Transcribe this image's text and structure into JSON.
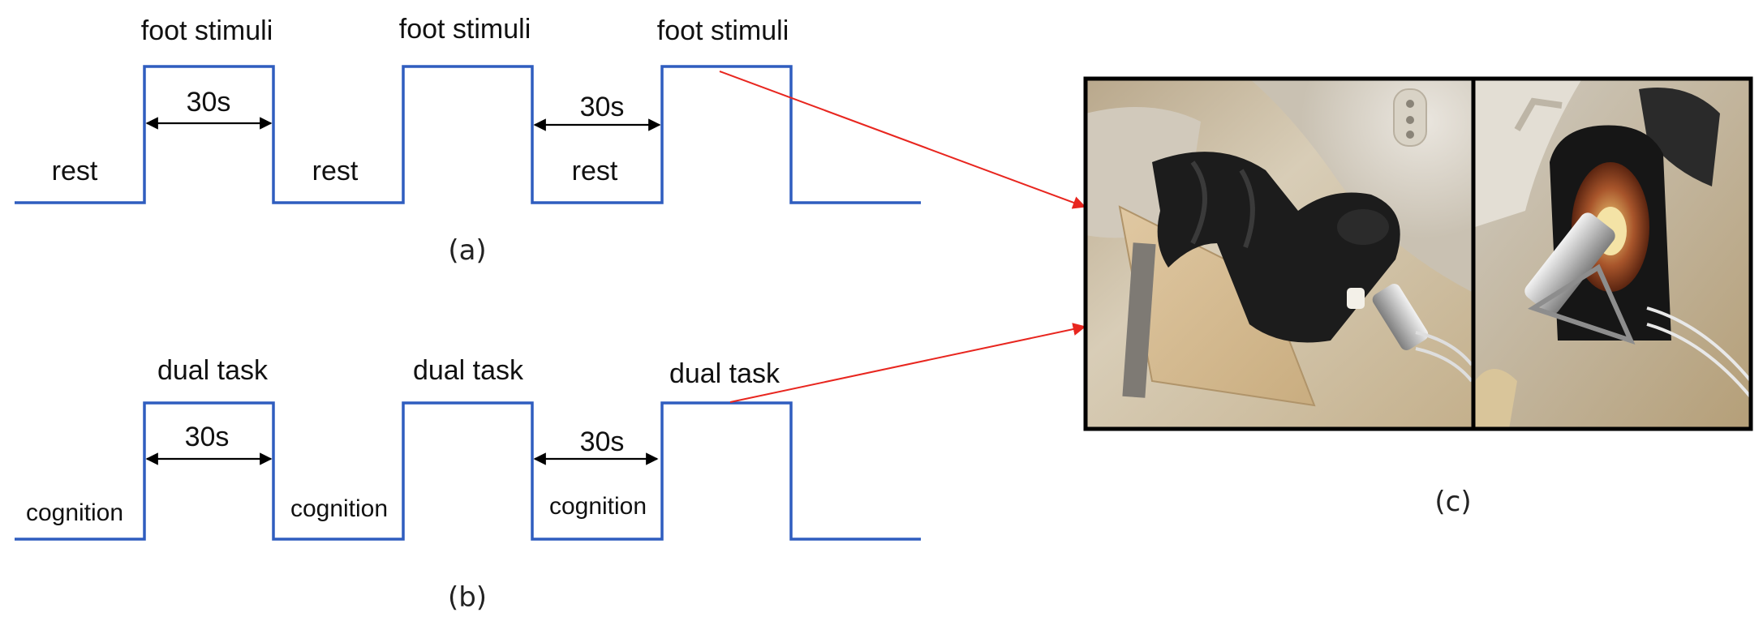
{
  "panel_a": {
    "caption": "(a)",
    "high_labels": [
      "foot stimuli",
      "foot stimuli",
      "foot stimuli"
    ],
    "low_labels": [
      "rest",
      "rest",
      "rest"
    ],
    "duration_labels": [
      "30s",
      "30s"
    ]
  },
  "panel_b": {
    "caption": "(b)",
    "high_labels": [
      "dual task",
      "dual task",
      "dual task"
    ],
    "low_labels": [
      "cognition",
      "cognition",
      "cognition"
    ],
    "duration_labels": [
      "30s",
      "30s"
    ]
  },
  "panel_c": {
    "caption": "(c)"
  },
  "colors": {
    "waveform": "#2f5dbf",
    "pointer_arrow": "#e8261f",
    "duration_arrow": "#000000",
    "photo_frame": "#000000"
  }
}
